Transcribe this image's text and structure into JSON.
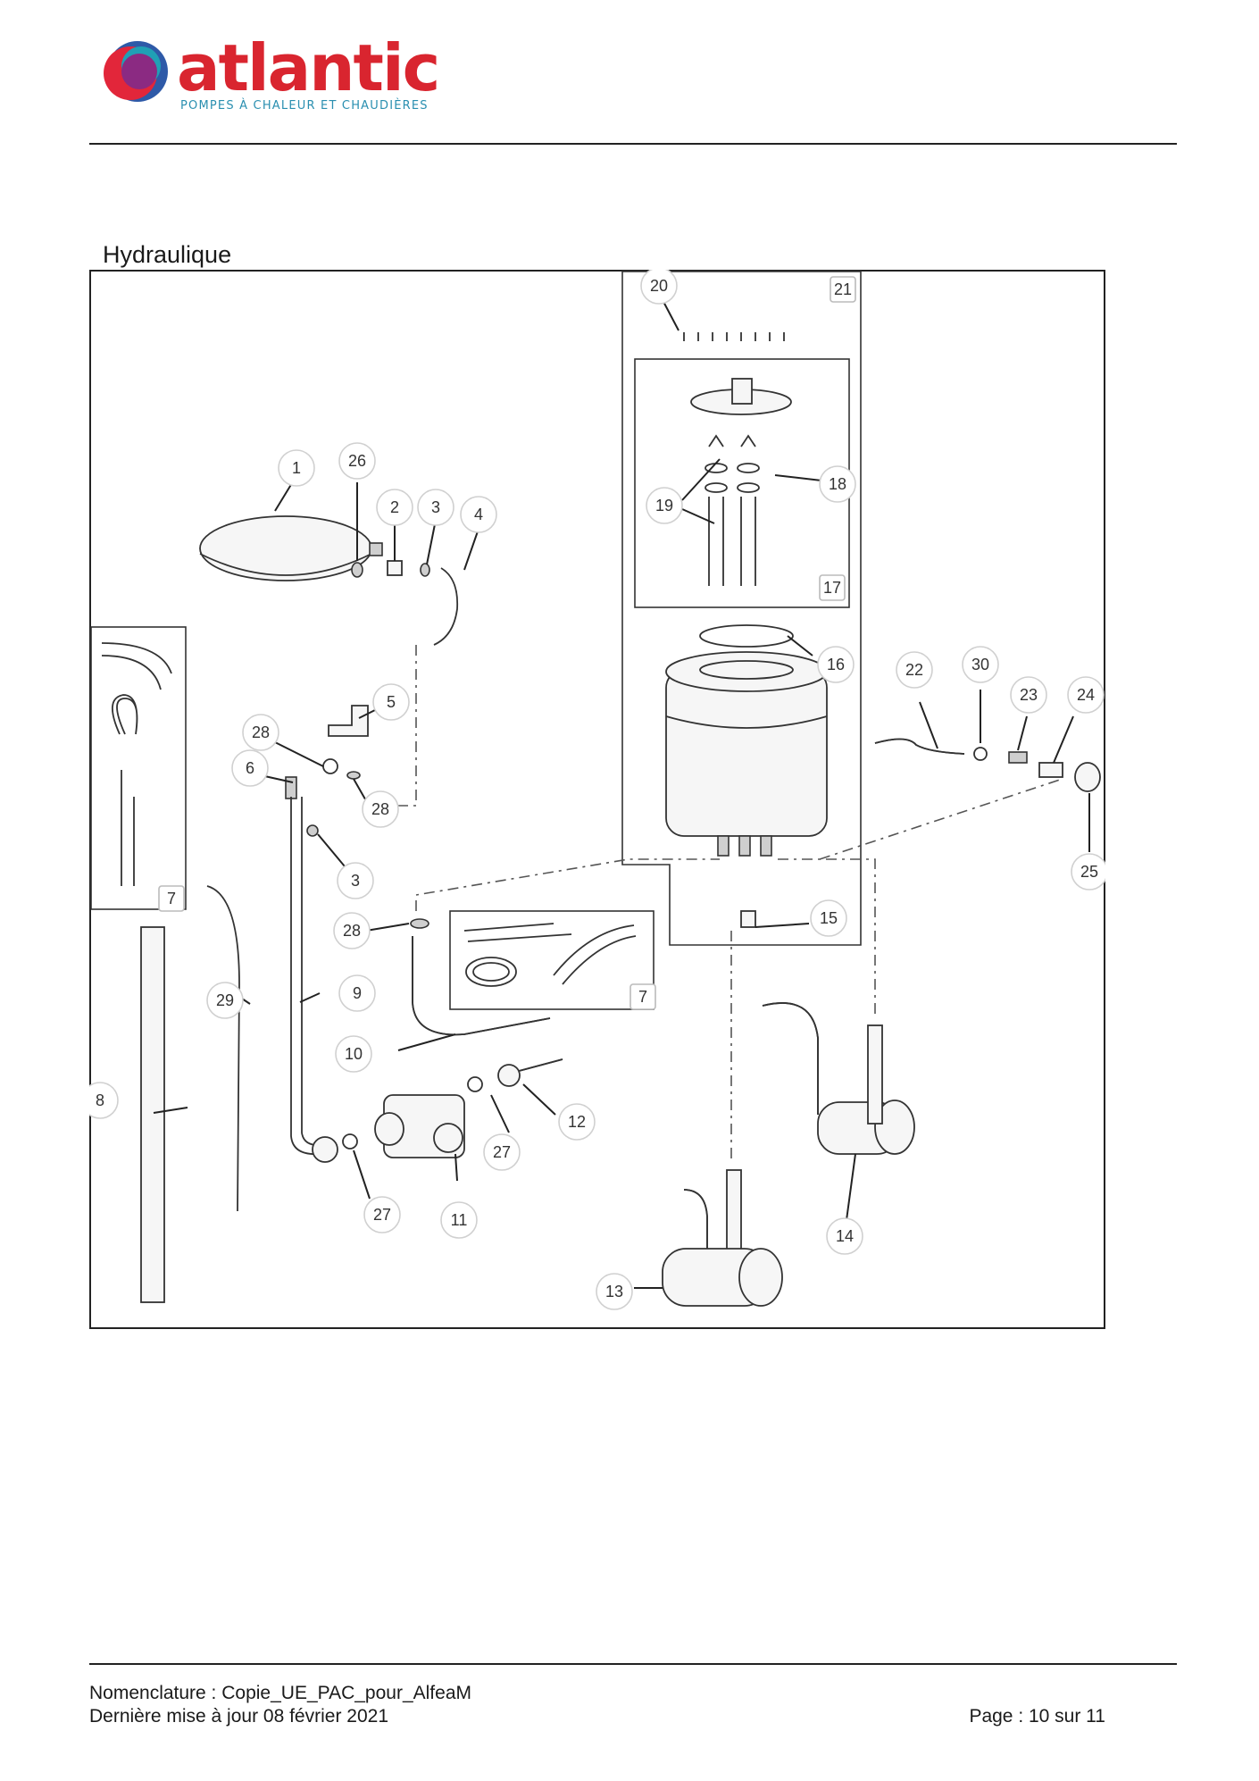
{
  "header": {
    "brand": "atlantic",
    "tagline": "POMPES À CHALEUR ET CHAUDIÈRES",
    "brand_colors": {
      "word": "#d9252f",
      "tagline": "#2a8fb0",
      "mark_red": "#e2263a",
      "mark_purple": "#8b2a82",
      "mark_blue": "#2e5aa8",
      "mark_teal": "#20a0b5"
    }
  },
  "section": {
    "title": "Hydraulique"
  },
  "diagram": {
    "callouts": [
      {
        "id": "c1",
        "label": "1"
      },
      {
        "id": "c26",
        "label": "26"
      },
      {
        "id": "c2",
        "label": "2"
      },
      {
        "id": "c3a",
        "label": "3"
      },
      {
        "id": "c4",
        "label": "4"
      },
      {
        "id": "c5",
        "label": "5"
      },
      {
        "id": "c28a",
        "label": "28"
      },
      {
        "id": "c6",
        "label": "6"
      },
      {
        "id": "c28b",
        "label": "28"
      },
      {
        "id": "c3b",
        "label": "3"
      },
      {
        "id": "c7a",
        "label": "7"
      },
      {
        "id": "c28c",
        "label": "28"
      },
      {
        "id": "c9",
        "label": "9"
      },
      {
        "id": "c29",
        "label": "29"
      },
      {
        "id": "c10",
        "label": "10"
      },
      {
        "id": "c8",
        "label": "8"
      },
      {
        "id": "c7b",
        "label": "7"
      },
      {
        "id": "c12",
        "label": "12"
      },
      {
        "id": "c27a",
        "label": "27"
      },
      {
        "id": "c27b",
        "label": "27"
      },
      {
        "id": "c11",
        "label": "11"
      },
      {
        "id": "c20",
        "label": "20"
      },
      {
        "id": "c21",
        "label": "21"
      },
      {
        "id": "c18",
        "label": "18"
      },
      {
        "id": "c19",
        "label": "19"
      },
      {
        "id": "c17",
        "label": "17"
      },
      {
        "id": "c16",
        "label": "16"
      },
      {
        "id": "c22",
        "label": "22"
      },
      {
        "id": "c30",
        "label": "30"
      },
      {
        "id": "c23",
        "label": "23"
      },
      {
        "id": "c24",
        "label": "24"
      },
      {
        "id": "c25",
        "label": "25"
      },
      {
        "id": "c15",
        "label": "15"
      },
      {
        "id": "c14",
        "label": "14"
      },
      {
        "id": "c13",
        "label": "13"
      }
    ]
  },
  "footer": {
    "nomenclature": "Nomenclature : Copie_UE_PAC_pour_AlfeaM",
    "updated": "Dernière mise à jour 08 février 2021",
    "page": "Page : 10 sur 11"
  }
}
